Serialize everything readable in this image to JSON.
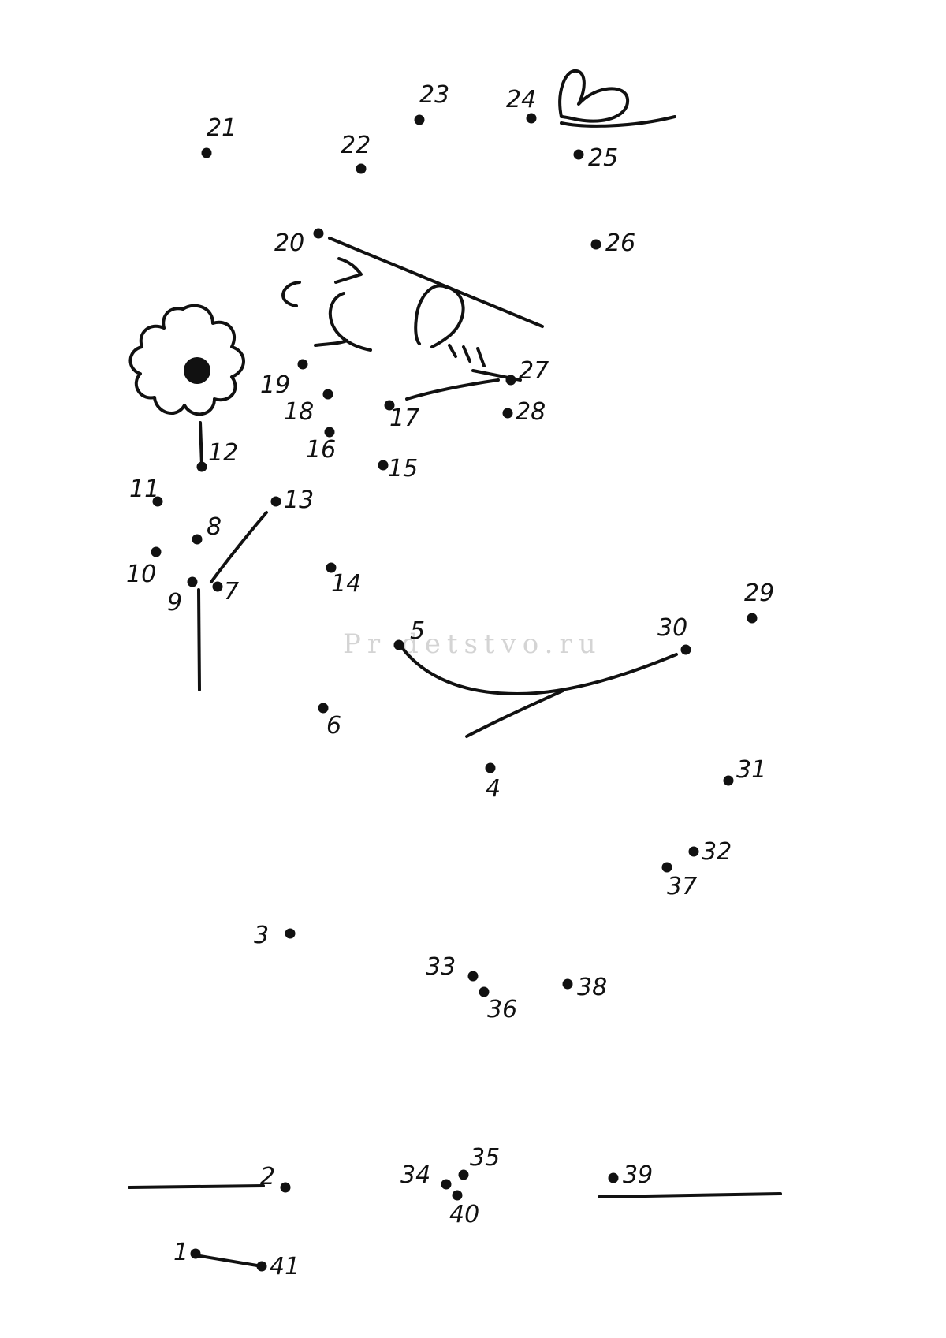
{
  "watermark": "Pr  detstvo.ru",
  "colors": {
    "ink": "#111111",
    "watermark": "#d4d4d4",
    "background": "#ffffff"
  },
  "points": [
    {
      "n": "1"
    },
    {
      "n": "2"
    },
    {
      "n": "3"
    },
    {
      "n": "4"
    },
    {
      "n": "5"
    },
    {
      "n": "6"
    },
    {
      "n": "7"
    },
    {
      "n": "8"
    },
    {
      "n": "9"
    },
    {
      "n": "10"
    },
    {
      "n": "11"
    },
    {
      "n": "12"
    },
    {
      "n": "13"
    },
    {
      "n": "14"
    },
    {
      "n": "15"
    },
    {
      "n": "16"
    },
    {
      "n": "17"
    },
    {
      "n": "18"
    },
    {
      "n": "19"
    },
    {
      "n": "20"
    },
    {
      "n": "21"
    },
    {
      "n": "22"
    },
    {
      "n": "23"
    },
    {
      "n": "24"
    },
    {
      "n": "25"
    },
    {
      "n": "26"
    },
    {
      "n": "27"
    },
    {
      "n": "28"
    },
    {
      "n": "29"
    },
    {
      "n": "30"
    },
    {
      "n": "31"
    },
    {
      "n": "32"
    },
    {
      "n": "33"
    },
    {
      "n": "34"
    },
    {
      "n": "35"
    },
    {
      "n": "36"
    },
    {
      "n": "37"
    },
    {
      "n": "38"
    },
    {
      "n": "39"
    },
    {
      "n": "40"
    },
    {
      "n": "41"
    }
  ]
}
